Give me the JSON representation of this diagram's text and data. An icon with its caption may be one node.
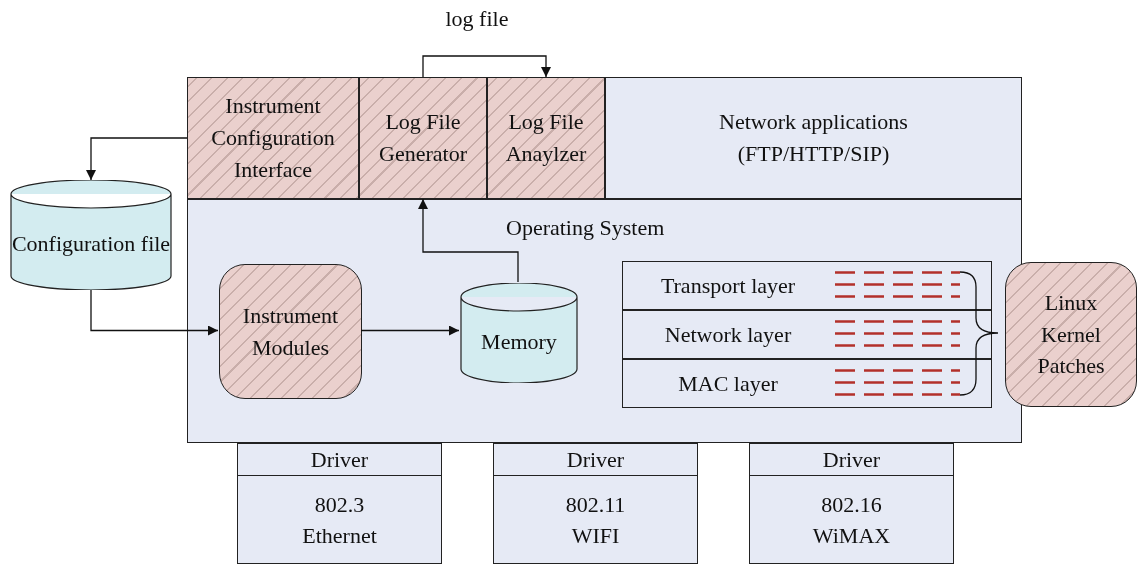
{
  "diagram": {
    "nodes": [
      {
        "text": [
          "Instrument Configuration Interface"
        ]
      },
      {
        "text": [
          "Log File Generator"
        ]
      },
      {
        "text": [
          "Log File Anaylzer"
        ]
      },
      {
        "text": [
          "Network applications (FTP/HTTP/SIP)"
        ]
      },
      {
        "text": [
          "Operating System"
        ]
      },
      {
        "text": [
          "Configuration file"
        ]
      },
      {
        "text": [
          "Instrument Modules"
        ],
        "in": 4
      },
      {
        "text": [
          "Memory"
        ],
        "in": 4
      },
      {
        "text": [
          "Transport layer"
        ],
        "in": 4
      },
      {
        "text": [
          "Network layer"
        ],
        "in": 4
      },
      {
        "text": [
          "MAC layer"
        ],
        "in": 4
      },
      {
        "text": [
          "Linux Kernel Patches"
        ]
      },
      {
        "text": [
          "Driver",
          "802.3 Ethernet"
        ]
      },
      {
        "text": [
          "Driver",
          "802.11 WIFI"
        ]
      },
      {
        "text": [
          "Driver",
          "802.16 WiMAX"
        ]
      }
    ],
    "edges": [
      {
        "from": 0,
        "to": 5,
        "arrow": "to"
      },
      {
        "from": 5,
        "to": 6,
        "arrow": "to"
      },
      {
        "from": 6,
        "to": 7,
        "arrow": "to"
      },
      {
        "from": 7,
        "to": 1,
        "arrow": "to"
      },
      {
        "from": 1,
        "to": 2,
        "arrow": "to",
        "label": "log file"
      }
    ]
  }
}
